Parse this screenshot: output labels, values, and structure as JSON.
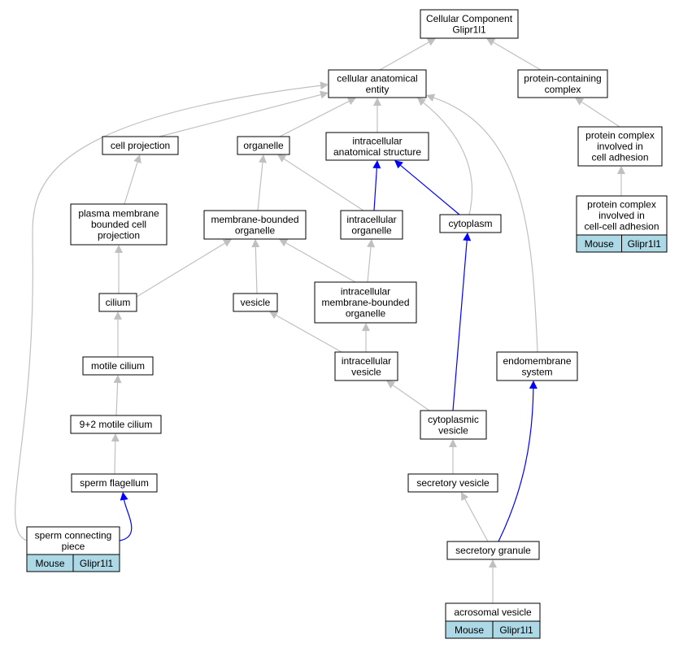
{
  "colors": {
    "is_a": "#c0c0c0",
    "part_of": "#0000ff",
    "tag_fill": "#add8e6"
  },
  "nodes": [
    {
      "id": "root",
      "lines": [
        "Cellular Component",
        "Glipr1l1"
      ]
    },
    {
      "id": "cae",
      "lines": [
        "cellular anatomical",
        "entity"
      ]
    },
    {
      "id": "pcc",
      "lines": [
        "protein-containing",
        "complex"
      ]
    },
    {
      "id": "cellproj",
      "lines": [
        "cell projection"
      ]
    },
    {
      "id": "organelle",
      "lines": [
        "organelle"
      ]
    },
    {
      "id": "ias",
      "lines": [
        "intracellular",
        "anatomical structure"
      ]
    },
    {
      "id": "pcica",
      "lines": [
        "protein complex",
        "involved in",
        "cell adhesion"
      ]
    },
    {
      "id": "pmbcp",
      "lines": [
        "plasma membrane",
        "bounded cell",
        "projection"
      ]
    },
    {
      "id": "mbo",
      "lines": [
        "membrane-bounded",
        "organelle"
      ]
    },
    {
      "id": "io",
      "lines": [
        "intracellular",
        "organelle"
      ]
    },
    {
      "id": "cytoplasm",
      "lines": [
        "cytoplasm"
      ]
    },
    {
      "id": "pciccca",
      "lines": [
        "protein complex",
        "involved in",
        "cell-cell adhesion"
      ],
      "tags": [
        "Mouse",
        "Glipr1l1"
      ]
    },
    {
      "id": "cilium",
      "lines": [
        "cilium"
      ]
    },
    {
      "id": "vesicle",
      "lines": [
        "vesicle"
      ]
    },
    {
      "id": "imbo",
      "lines": [
        "intracellular",
        "membrane-bounded",
        "organelle"
      ]
    },
    {
      "id": "ivesicle",
      "lines": [
        "intracellular",
        "vesicle"
      ]
    },
    {
      "id": "motcil",
      "lines": [
        "motile cilium"
      ]
    },
    {
      "id": "endo",
      "lines": [
        "endomembrane",
        "system"
      ]
    },
    {
      "id": "nine2",
      "lines": [
        "9+2 motile cilium"
      ]
    },
    {
      "id": "cytves",
      "lines": [
        "cytoplasmic",
        "vesicle"
      ]
    },
    {
      "id": "spermflag",
      "lines": [
        "sperm flagellum"
      ]
    },
    {
      "id": "secves",
      "lines": [
        "secretory vesicle"
      ]
    },
    {
      "id": "scp",
      "lines": [
        "sperm connecting",
        "piece"
      ],
      "tags": [
        "Mouse",
        "Glipr1l1"
      ]
    },
    {
      "id": "secgran",
      "lines": [
        "secretory granule"
      ]
    },
    {
      "id": "acro",
      "lines": [
        "acrosomal vesicle"
      ],
      "tags": [
        "Mouse",
        "Glipr1l1"
      ]
    }
  ],
  "edges": [
    {
      "from": "cae",
      "to": "root",
      "type": "is_a"
    },
    {
      "from": "pcc",
      "to": "root",
      "type": "is_a"
    },
    {
      "from": "cellproj",
      "to": "cae",
      "type": "is_a"
    },
    {
      "from": "organelle",
      "to": "cae",
      "type": "is_a"
    },
    {
      "from": "ias",
      "to": "cae",
      "type": "is_a"
    },
    {
      "from": "cytoplasm",
      "to": "cae",
      "type": "is_a"
    },
    {
      "from": "endo",
      "to": "cae",
      "type": "is_a"
    },
    {
      "from": "scp",
      "to": "cae",
      "type": "is_a"
    },
    {
      "from": "pcica",
      "to": "pcc",
      "type": "is_a"
    },
    {
      "from": "pciccca",
      "to": "pcica",
      "type": "is_a"
    },
    {
      "from": "pmbcp",
      "to": "cellproj",
      "type": "is_a"
    },
    {
      "from": "mbo",
      "to": "organelle",
      "type": "is_a"
    },
    {
      "from": "io",
      "to": "organelle",
      "type": "is_a"
    },
    {
      "from": "io",
      "to": "ias",
      "type": "part_of"
    },
    {
      "from": "cytoplasm",
      "to": "ias",
      "type": "part_of"
    },
    {
      "from": "cilium",
      "to": "pmbcp",
      "type": "is_a"
    },
    {
      "from": "cilium",
      "to": "mbo",
      "type": "is_a"
    },
    {
      "from": "vesicle",
      "to": "mbo",
      "type": "is_a"
    },
    {
      "from": "imbo",
      "to": "mbo",
      "type": "is_a"
    },
    {
      "from": "imbo",
      "to": "io",
      "type": "is_a"
    },
    {
      "from": "motcil",
      "to": "cilium",
      "type": "is_a"
    },
    {
      "from": "ivesicle",
      "to": "vesicle",
      "type": "is_a"
    },
    {
      "from": "ivesicle",
      "to": "imbo",
      "type": "is_a"
    },
    {
      "from": "cytves",
      "to": "ivesicle",
      "type": "is_a"
    },
    {
      "from": "cytves",
      "to": "cytoplasm",
      "type": "part_of"
    },
    {
      "from": "nine2",
      "to": "motcil",
      "type": "is_a"
    },
    {
      "from": "spermflag",
      "to": "nine2",
      "type": "is_a"
    },
    {
      "from": "secves",
      "to": "cytves",
      "type": "is_a"
    },
    {
      "from": "scp",
      "to": "spermflag",
      "type": "part_of"
    },
    {
      "from": "secgran",
      "to": "secves",
      "type": "is_a"
    },
    {
      "from": "secgran",
      "to": "endo",
      "type": "part_of"
    },
    {
      "from": "acro",
      "to": "secgran",
      "type": "is_a"
    }
  ]
}
